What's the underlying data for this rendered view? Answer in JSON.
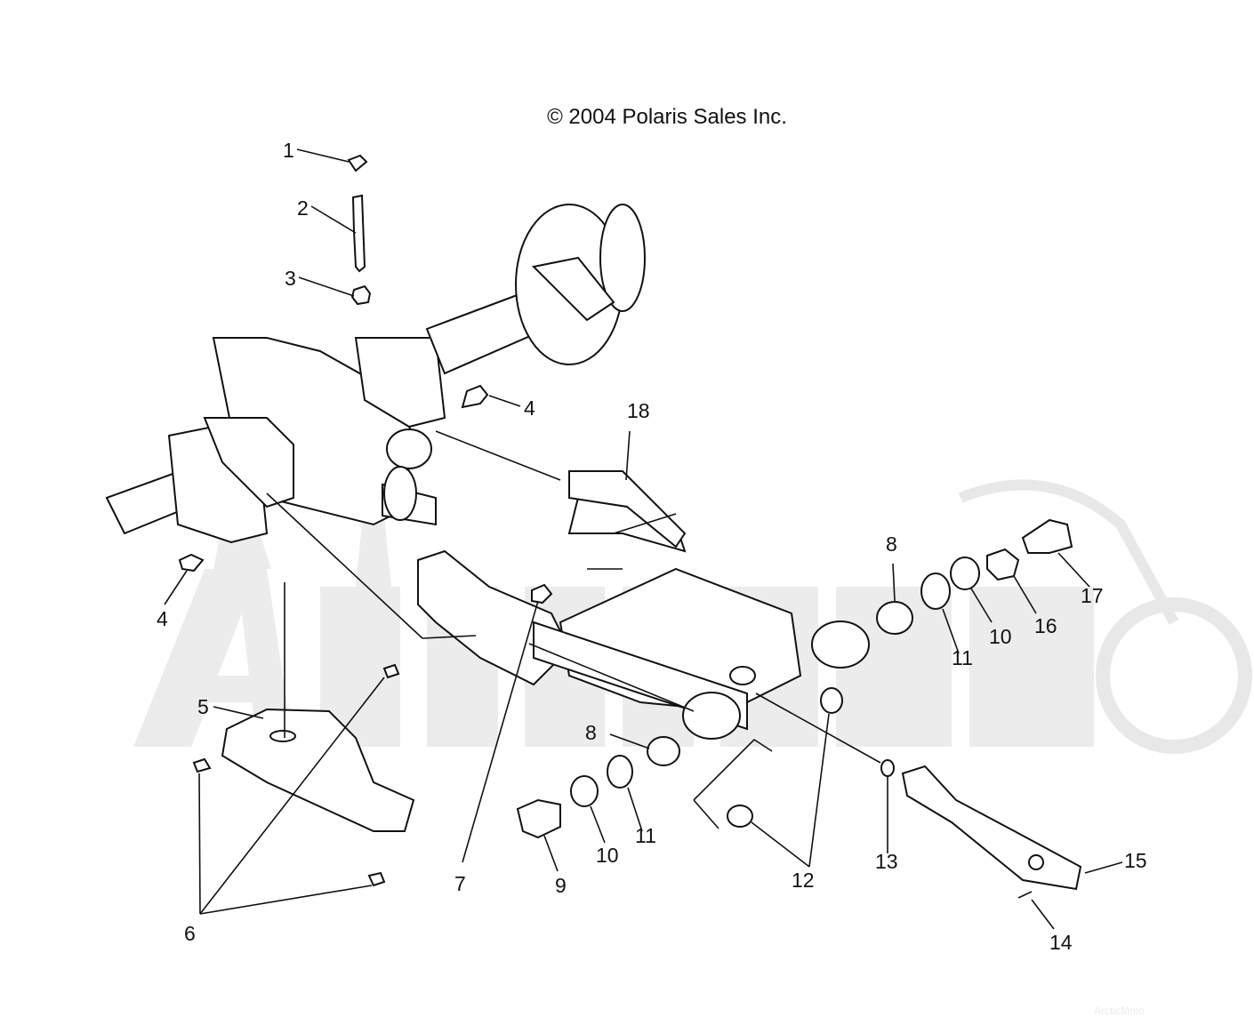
{
  "copyright": "© 2004 Polaris Sales Inc.",
  "watermark": "ArcticMoto",
  "callouts": [
    "1",
    "2",
    "3",
    "4",
    "4",
    "5",
    "6",
    "7",
    "8",
    "8",
    "9",
    "10",
    "10",
    "11",
    "11",
    "12",
    "13",
    "14",
    "15",
    "16",
    "17",
    "18"
  ],
  "colors": {
    "ink": "#111111",
    "watermark": "#ececec",
    "background": "#ffffff"
  }
}
